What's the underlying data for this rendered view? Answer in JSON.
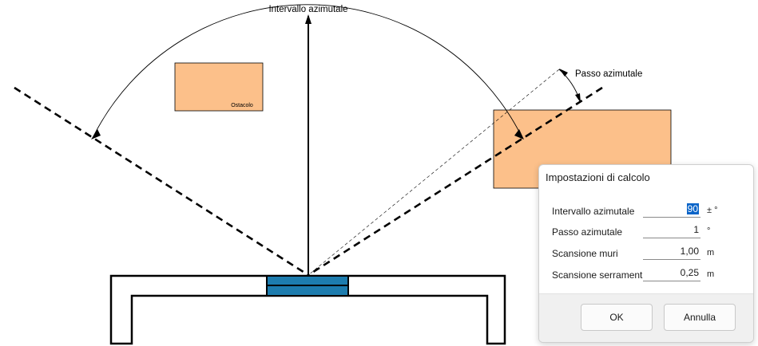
{
  "diagram": {
    "label_interval": "Intervallo azimutale",
    "label_step": "Passo azimutale",
    "label_obstacle": "Ostacolo",
    "colors": {
      "obstacle": "#fcc08a",
      "window": "#1d7cae",
      "line": "#000000"
    }
  },
  "dialog": {
    "title": "Impostazioni di calcolo",
    "fields": [
      {
        "label": "Intervallo azimutale",
        "value": "90",
        "unit": "± °"
      },
      {
        "label": "Passo azimutale",
        "value": "1",
        "unit": "°"
      },
      {
        "label": "Scansione muri",
        "value": "1,00",
        "unit": "m"
      },
      {
        "label": "Scansione serramenti",
        "value": "0,25",
        "unit": "m"
      }
    ],
    "ok_label": "OK",
    "cancel_label": "Annulla"
  }
}
